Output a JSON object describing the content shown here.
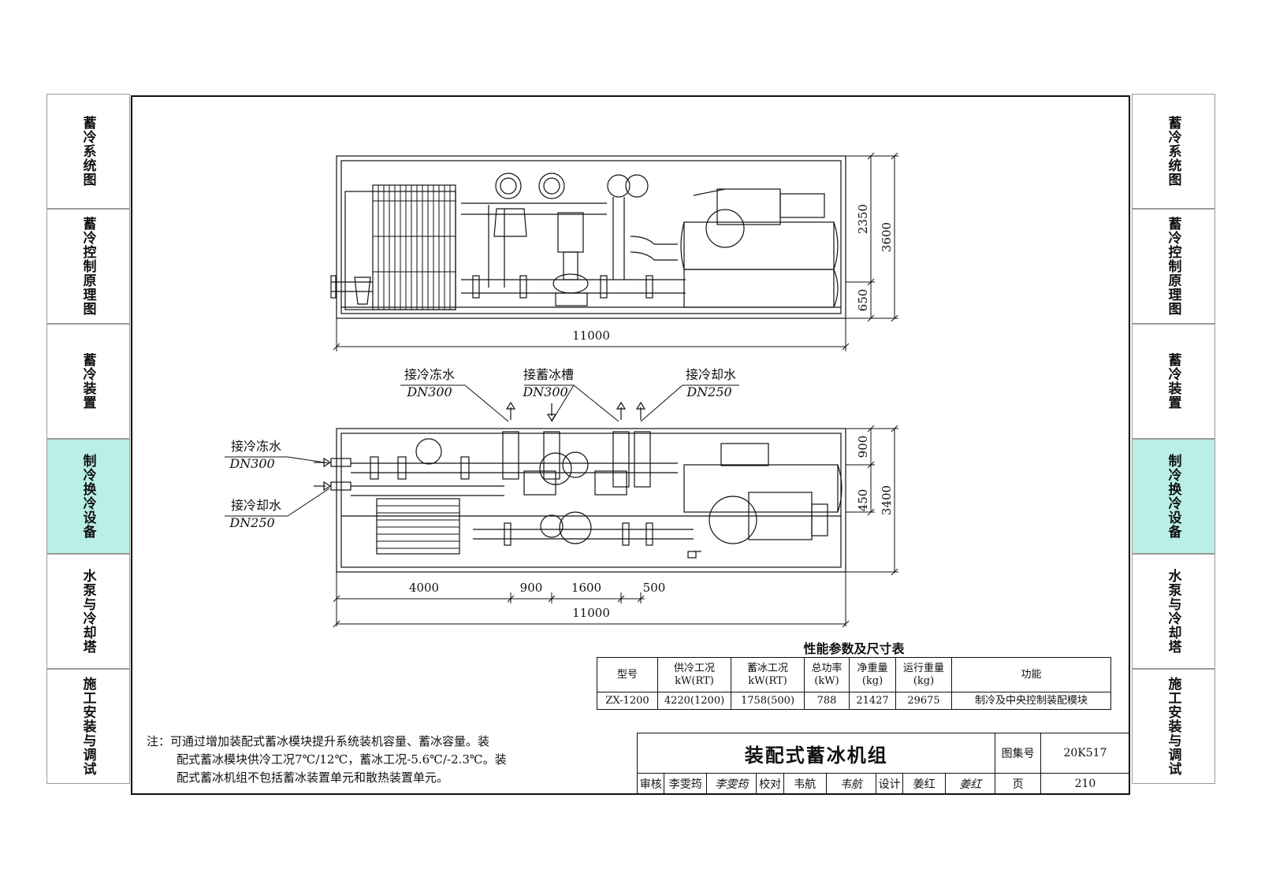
{
  "left_tabs": [
    {
      "label": "蓄冷系统图",
      "active": false
    },
    {
      "label": "蓄冷控制原理图",
      "active": false
    },
    {
      "label": "蓄冷装置",
      "active": false
    },
    {
      "label": "制冷换冷设备",
      "active": true
    },
    {
      "label": "水泵与冷却塔",
      "active": false
    },
    {
      "label": "施工安装与调试",
      "active": false
    }
  ],
  "right_tabs": [
    {
      "label": "蓄冷系统图",
      "active": false
    },
    {
      "label": "蓄冷控制原理图",
      "active": false
    },
    {
      "label": "蓄冷装置",
      "active": false
    },
    {
      "label": "制冷换冷设备",
      "active": true
    },
    {
      "label": "水泵与冷却塔",
      "active": false
    },
    {
      "label": "施工安装与调试",
      "active": false
    }
  ],
  "colors": {
    "active_tab": "#b9efe6",
    "line": "#111111"
  },
  "top_view": {
    "width_dim": "11000",
    "height_dims": [
      "2350",
      "650"
    ],
    "total_height": "3600"
  },
  "plan_view": {
    "callouts": {
      "chilled_top": {
        "label": "接冷冻水",
        "size": "DN300"
      },
      "ice_tank": {
        "label": "接蓄冰槽",
        "size": "DN300"
      },
      "cooling_top": {
        "label": "接冷却水",
        "size": "DN250"
      },
      "chilled_left": {
        "label": "接冷冻水",
        "size": "DN300"
      },
      "cooling_left": {
        "label": "接冷却水",
        "size": "DN250"
      }
    },
    "bottom_dims": [
      "4000",
      "900",
      "1600",
      "500"
    ],
    "width_dim": "11000",
    "height_dims": [
      "900",
      "450"
    ],
    "total_height": "3400"
  },
  "perf_table": {
    "title": "性能参数及尺寸表",
    "headers": [
      "型号",
      "供冷工况\nkW(RT)",
      "蓄冰工况\nkW(RT)",
      "总功率\n(kW)",
      "净重量\n(kg)",
      "运行重量\n(kg)",
      "功能"
    ],
    "row": [
      "ZX-1200",
      "4220(1200)",
      "1758(500)",
      "788",
      "21427",
      "29675",
      "制冷及中央控制装配模块"
    ]
  },
  "note": {
    "line1": "注：可通过增加装配式蓄冰模块提升系统装机容量、蓄冰容量。装",
    "line2": "配式蓄冰模块供冷工况7℃/12℃，蓄冰工况-5.6℃/-2.3℃。装",
    "line3": "配式蓄冰机组不包括蓄冰装置单元和散热装置单元。"
  },
  "title_block": {
    "title": "装配式蓄冰机组",
    "atlas_label": "图集号",
    "atlas_no": "20K517",
    "review_label": "审核",
    "reviewer": "李雯筠",
    "reviewer_sig": "李雯筠",
    "check_label": "校对",
    "checker": "韦航",
    "checker_sig": "韦航",
    "design_label": "设计",
    "designer": "姜红",
    "designer_sig": "姜红",
    "page_label": "页",
    "page_no": "210"
  }
}
